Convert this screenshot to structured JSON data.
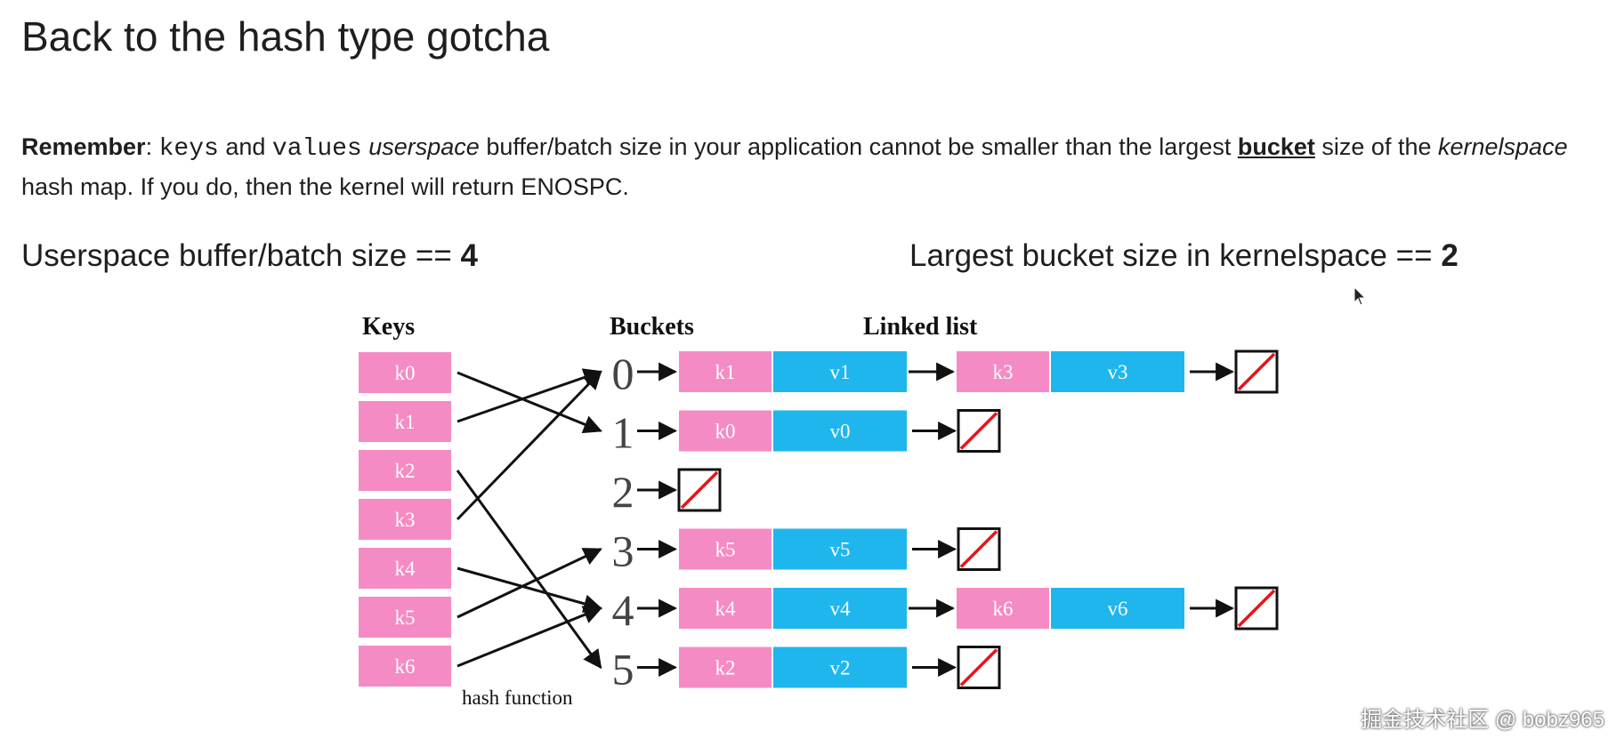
{
  "slide": {
    "title": "Back to the hash type gotcha",
    "remember": {
      "label": "Remember",
      "colon": ":",
      "keys": "keys",
      "and": "and",
      "values": "values",
      "userspace": "userspace",
      "text_a": "buffer/batch size in your application cannot be smaller than the largest",
      "bucket": "bucket",
      "text_b": "size of the",
      "kernelspace": "kernelspace",
      "text_c": "hash map. If you do, then the kernel will return ENOSPC."
    },
    "userspace_size": {
      "label": "Userspace buffer/batch size ==",
      "value": "4"
    },
    "kernel_size": {
      "label": "Largest bucket size in kernelspace ==",
      "value": "2"
    },
    "watermark": "掘金技术社区 @ bobz965"
  },
  "diagram": {
    "headers": {
      "keys": "Keys",
      "buckets": "Buckets",
      "linked_list": "Linked list"
    },
    "footer": "hash function",
    "colors": {
      "key": "#f58bc4",
      "value": "#1fb6ee",
      "null_slash": "#e8131a",
      "border": "#111111",
      "cell_text": "#ffffff"
    },
    "keys": [
      "k0",
      "k1",
      "k2",
      "k3",
      "k4",
      "k5",
      "k6"
    ],
    "key_to_bucket": [
      1,
      0,
      5,
      0,
      4,
      3,
      4
    ],
    "buckets": [
      {
        "index": "0",
        "entries": [
          {
            "key": "k1",
            "value": "v1"
          },
          {
            "key": "k3",
            "value": "v3"
          }
        ]
      },
      {
        "index": "1",
        "entries": [
          {
            "key": "k0",
            "value": "v0"
          }
        ]
      },
      {
        "index": "2",
        "entries": []
      },
      {
        "index": "3",
        "entries": [
          {
            "key": "k5",
            "value": "v5"
          }
        ]
      },
      {
        "index": "4",
        "entries": [
          {
            "key": "k4",
            "value": "v4"
          },
          {
            "key": "k6",
            "value": "v6"
          }
        ]
      },
      {
        "index": "5",
        "entries": [
          {
            "key": "k2",
            "value": "v2"
          }
        ]
      }
    ]
  }
}
